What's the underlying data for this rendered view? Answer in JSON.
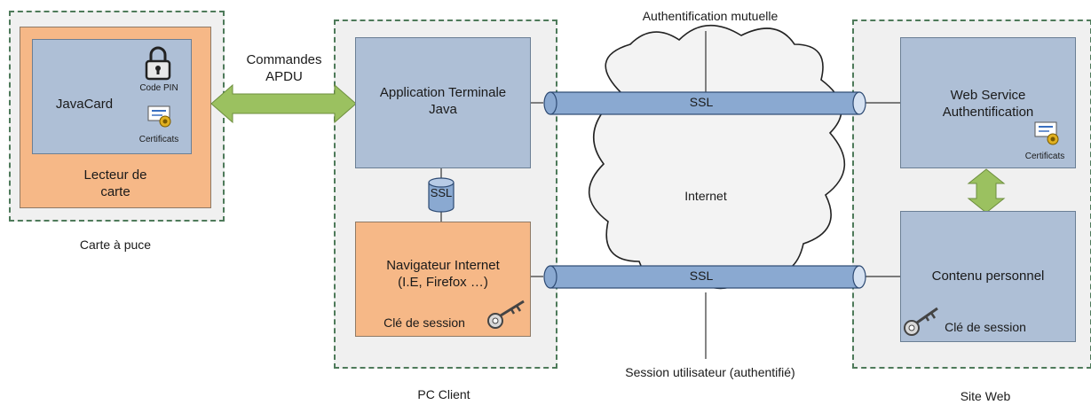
{
  "groups": {
    "smart_card": "Carte à puce",
    "pc_client": "PC Client",
    "web_site": "Site Web"
  },
  "boxes": {
    "javacard": "JavaCard",
    "card_reader": "Lecteur de\ncarte",
    "terminal_app": "Application Terminale\nJava",
    "browser": "Navigateur Internet\n(I.E, Firefox …)",
    "web_service": "Web Service\nAuthentification",
    "personal_content": "Contenu personnel"
  },
  "labels": {
    "code_pin": "Code PIN",
    "certificates": "Certificats",
    "session_key": "Clé de session",
    "apdu_commands": "Commandes\nAPDU",
    "ssl": "SSL",
    "internet": "Internet",
    "mutual_auth": "Authentification mutuelle",
    "user_session": "Session utilisateur (authentifié)"
  },
  "colors": {
    "group_border": "#4e7a5a",
    "box_blue": "#aebfd6",
    "box_orange": "#f6b887",
    "arrow_green": "#9bc160",
    "pipe_blue": "#8aa9d1"
  }
}
